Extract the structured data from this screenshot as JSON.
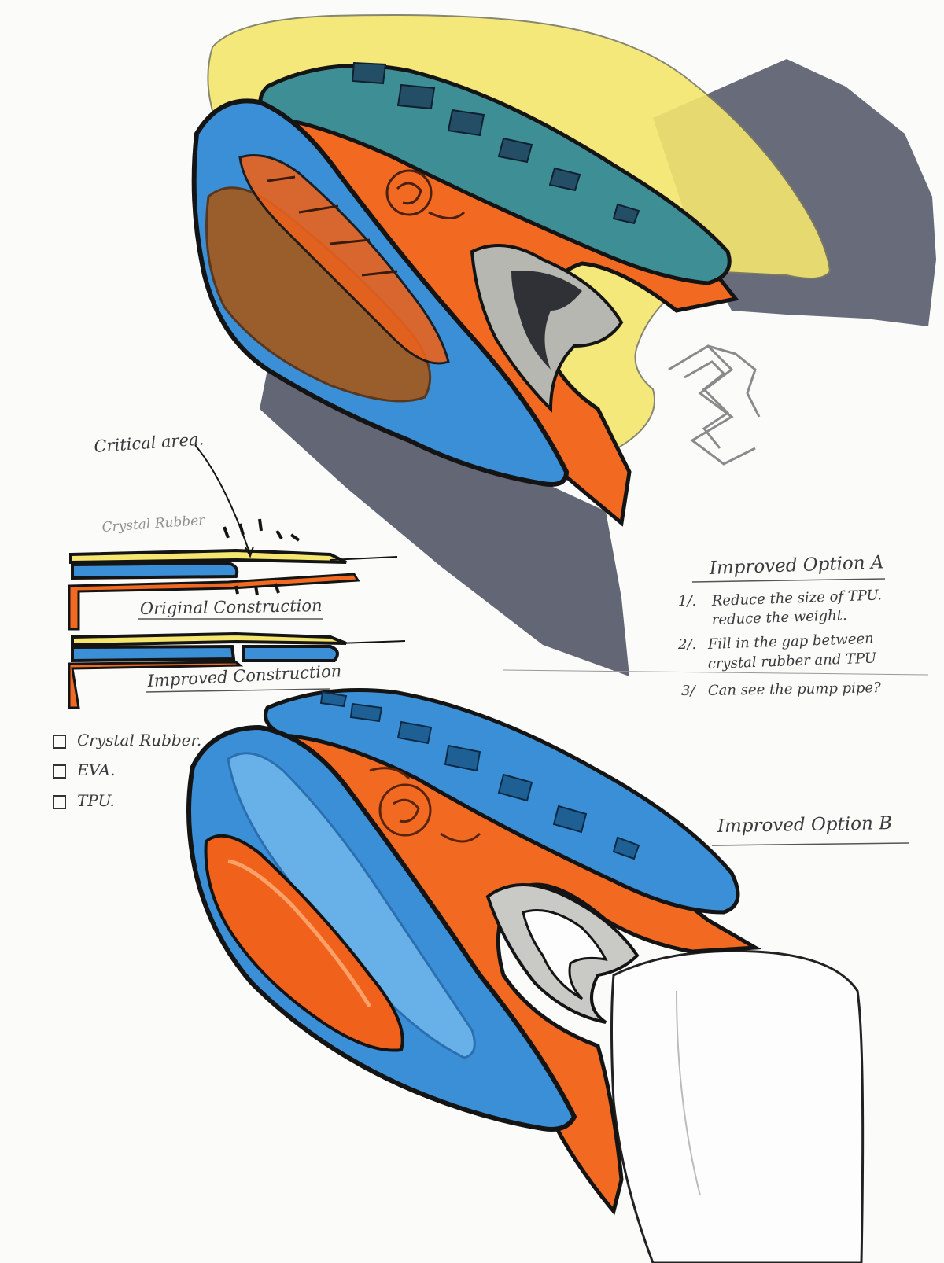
{
  "colors": {
    "paper": "#fbfbfa",
    "ink": "#141414",
    "crystal_rubber": "#3b8fd6",
    "crystal_rubber_teal": "#3e8e96",
    "eva": "#f4e66e",
    "tpu": "#f26a22",
    "shadow": "#4d5161",
    "pencil": "#8d8d8d"
  },
  "annotations": {
    "critical_area": "Critical area.",
    "crystal_rubber_sketch_label": "Crystal Rubber",
    "original_construction": "Original Construction",
    "improved_construction": "Improved Construction"
  },
  "legend": [
    {
      "label": "Crystal Rubber."
    },
    {
      "label": "EVA."
    },
    {
      "label": "TPU."
    }
  ],
  "option_a": {
    "title": "Improved Option A",
    "notes": [
      {
        "number": "1/.",
        "lines": [
          "Reduce the size of TPU.",
          "reduce the weight."
        ]
      },
      {
        "number": "2/.",
        "lines": [
          "Fill in the gap between",
          "crystal rubber and TPU"
        ]
      },
      {
        "number": "3/",
        "lines": [
          "Can see the pump pipe?"
        ]
      }
    ]
  },
  "option_b": {
    "title": "Improved Option B"
  }
}
